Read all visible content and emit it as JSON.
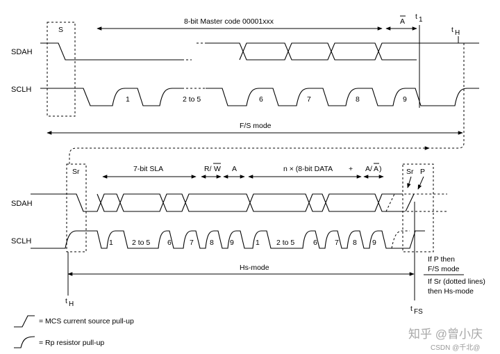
{
  "top": {
    "start_label": "S",
    "sdah_label": "SDAH",
    "sclh_label": "SCLH",
    "master_code_label": "8-bit Master code 00001xxx",
    "nack_label": "A",
    "t1_label": "t",
    "t1_sub": "1",
    "th_label": "t",
    "th_sub": "H",
    "clock_numbers": [
      "1",
      "2 to 5",
      "6",
      "7",
      "8",
      "9"
    ],
    "mode_label": "F/S mode"
  },
  "bottom": {
    "sr_label": "Sr",
    "sdah_label": "SDAH",
    "sclh_label": "SCLH",
    "sla_label": "7-bit SLA",
    "rw_label_r": "R/",
    "rw_label_w": "W",
    "ack_label": "A",
    "data_label": "n × (8-bit DATA",
    "plus_label": "+",
    "aa_label_1": "A/",
    "aa_label_2": "A",
    "aa_close": ")",
    "end_sr_label": "Sr",
    "p_label": "P",
    "clock_numbers_1": [
      "1",
      "2 to 5",
      "6",
      "7",
      "8",
      "9"
    ],
    "clock_numbers_2": [
      "1",
      "2 to 5",
      "6",
      "7",
      "8",
      "9"
    ],
    "mode_label": "Hs-mode",
    "if_p_1": "If P then",
    "if_p_2": "F/S mode",
    "if_sr_1": "If Sr (dotted lines)",
    "if_sr_2": "then Hs-mode",
    "th_label": "t",
    "th_sub": "H",
    "tfs_label": "t",
    "tfs_sub": "FS"
  },
  "legend": {
    "mcs_label": "= MCS current source pull-up",
    "rp_label": "= Rp resistor pull-up"
  },
  "watermark": {
    "zhihu": "知乎 @曾小庆",
    "csdn": "CSDN @千北@"
  }
}
